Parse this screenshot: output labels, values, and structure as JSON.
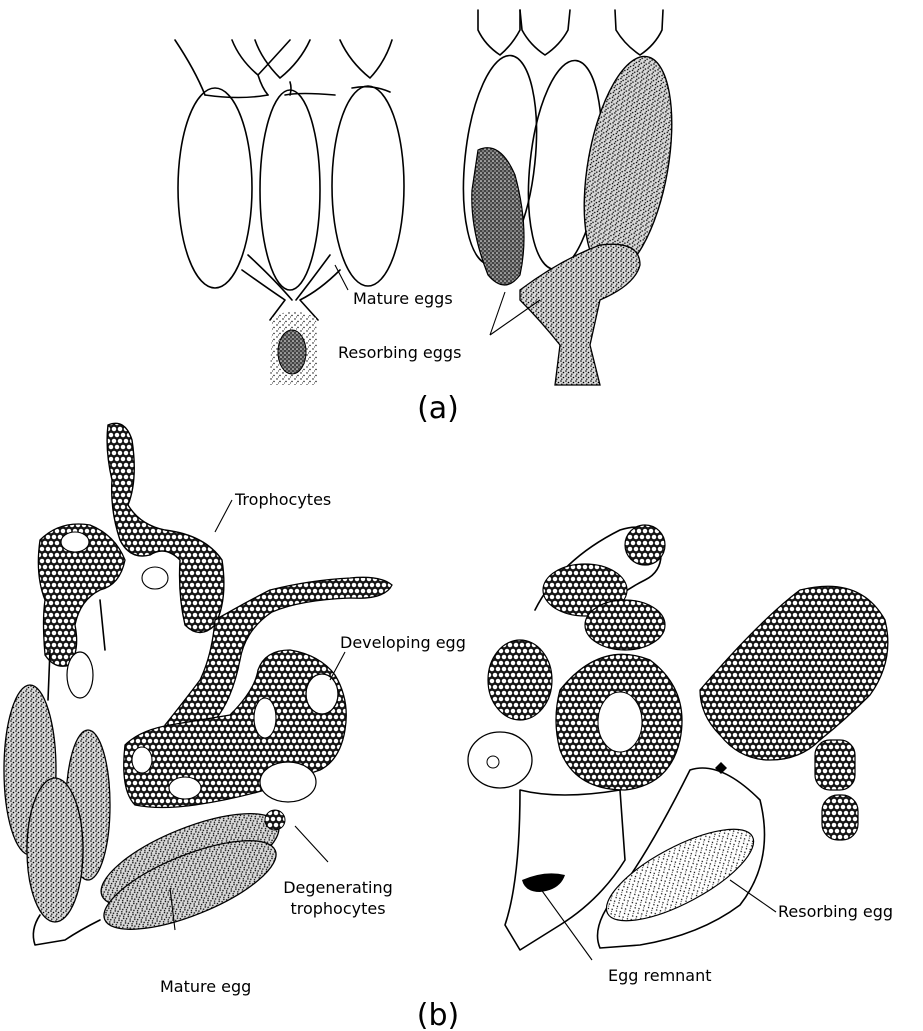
{
  "figure": {
    "panel_a": {
      "caption": "(a)",
      "labels": {
        "mature_eggs": "Mature eggs",
        "resorbing_eggs": "Resorbing eggs"
      }
    },
    "panel_b": {
      "caption": "(b)",
      "labels": {
        "trophocytes": "Trophocytes",
        "developing_egg": "Developing egg",
        "degenerating_1": "Degenerating",
        "degenerating_2": "trophocytes",
        "mature_egg": "Mature egg",
        "resorbing_egg": "Resorbing egg",
        "egg_remnant": "Egg remnant"
      }
    },
    "colors": {
      "ink": "#000000",
      "paper": "#ffffff"
    }
  }
}
